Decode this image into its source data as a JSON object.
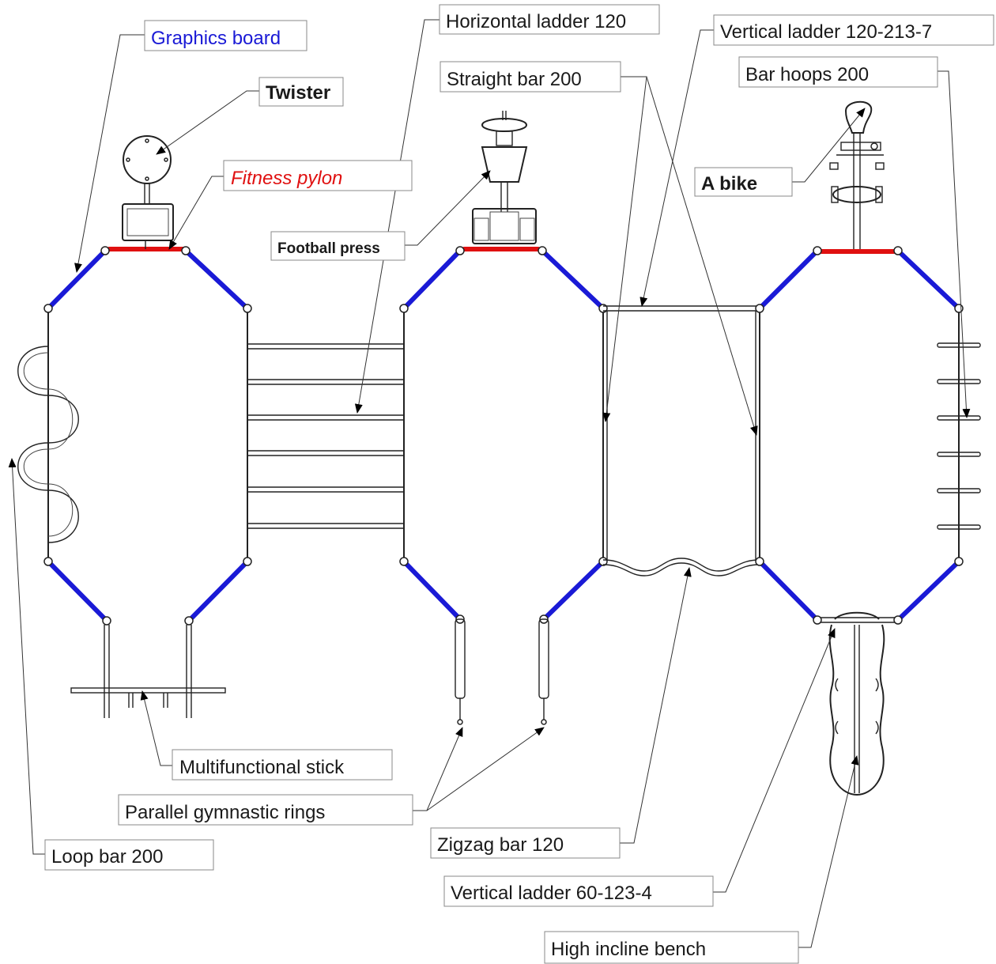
{
  "labels": {
    "graphics_board": "Graphics board",
    "twister": "Twister",
    "fitness_pylon": "Fitness pylon",
    "horizontal_ladder": "Horizontal ladder 120",
    "football_press": "Football press",
    "straight_bar": "Straight bar 200",
    "vertical_ladder_top": "Vertical ladder 120-213-7",
    "bar_hoops": "Bar hoops 200",
    "a_bike": "A bike",
    "multifunctional_stick": "Multifunctional stick",
    "parallel_rings": "Parallel gymnastic rings",
    "loop_bar": "Loop bar 200",
    "zigzag_bar": "Zigzag bar 120",
    "vertical_ladder_bottom": "Vertical ladder 60-123-4",
    "high_incline_bench": "High incline bench"
  },
  "colors": {
    "graphics_board": "#1a1ad6",
    "fitness_pylon": "#e01010",
    "default_text": "#1a1a1a",
    "blue_segment": "#1a1ad6",
    "red_segment": "#e01010"
  }
}
